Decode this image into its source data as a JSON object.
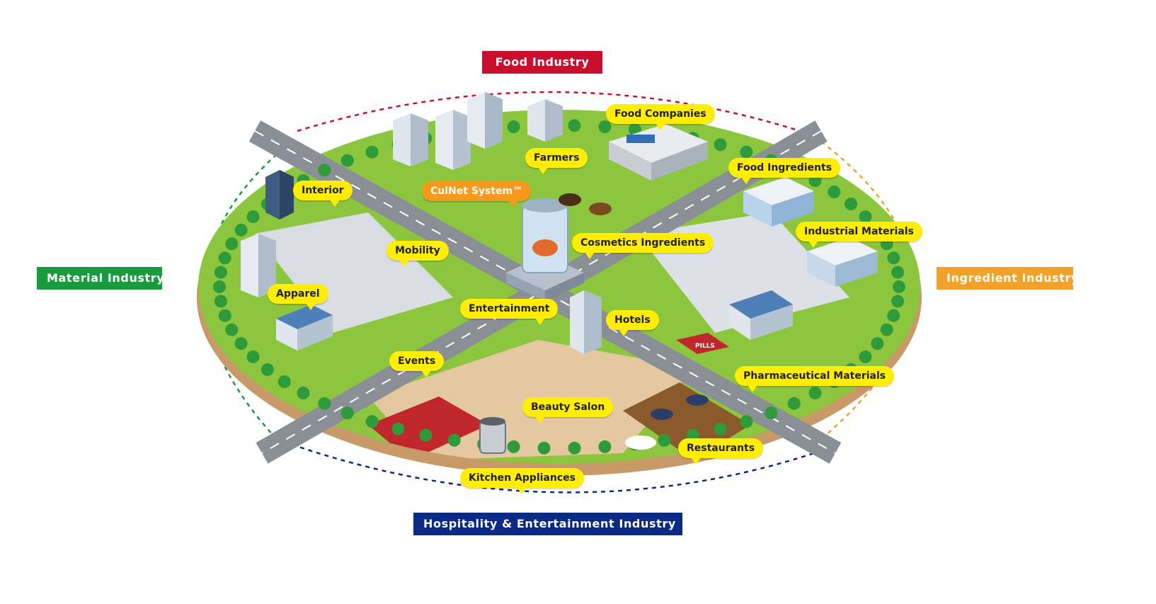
{
  "industries": {
    "food": {
      "label": "Food Industry",
      "color": "#c8102e"
    },
    "material": {
      "label": "Material Industry",
      "color": "#1a9a3f"
    },
    "ingredient": {
      "label": "Ingredient Industry",
      "color": "#f0a22b"
    },
    "hospitality": {
      "label": "Hospitality & Entertainment Industry",
      "color": "#0b2a86"
    }
  },
  "labels": {
    "food_companies": "Food Companies",
    "farmers": "Farmers",
    "culnet_system": "CulNet System™",
    "interior": "Interior",
    "food_ingredients": "Food Ingredients",
    "cosmetics_ingredients": "Cosmetics Ingredients",
    "industrial_materials": "Industrial Materials",
    "mobility": "Mobility",
    "apparel": "Apparel",
    "entertainment": "Entertainment",
    "hotels": "Hotels",
    "events": "Events",
    "pharmaceutical_materials": "Pharmaceutical Materials",
    "beauty_salon": "Beauty Salon",
    "restaurants": "Restaurants",
    "kitchen_appliances": "Kitchen Appliances"
  },
  "sign_text": "PILLS",
  "colors": {
    "grass": "#8cc63f",
    "dirt": "#c79a67",
    "road": "#8a8f96",
    "tree": "#2f9a3a",
    "bubble": "#ffee00",
    "culnet_bubble": "#f79a1c"
  }
}
